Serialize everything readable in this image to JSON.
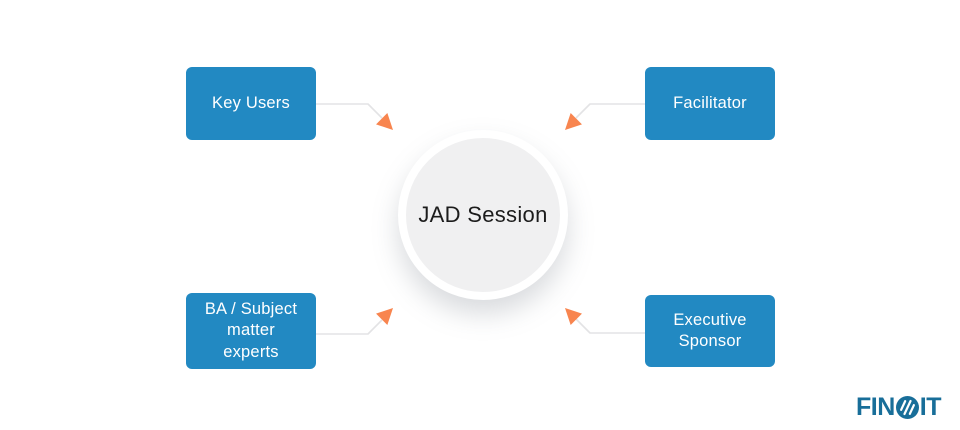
{
  "colors": {
    "background": "#FFFFFF",
    "node-fill": "#2289C2",
    "node-text": "#FFFFFF",
    "connector": "#E3E3E5",
    "arrow": "#F8854F",
    "center-fill": "#F0F0F1",
    "center-text": "#1C1C1C",
    "logo": "#186E99"
  },
  "diagram": {
    "type": "hub-and-spoke",
    "center": {
      "label": "JAD Session"
    },
    "nodes": [
      {
        "id": "key-users",
        "label": "Key Users",
        "position": "top-left"
      },
      {
        "id": "facilitator",
        "label": "Facilitator",
        "position": "top-right"
      },
      {
        "id": "ba-subject-matter-experts",
        "label": "BA / Subject\nmatter\nexperts",
        "position": "bottom-left"
      },
      {
        "id": "executive-sponsor",
        "label": "Executive\nSponsor",
        "position": "bottom-right"
      }
    ]
  },
  "branding": {
    "logo_prefix": "FIN",
    "logo_suffix": "IT",
    "logo_alt": "Finoit"
  }
}
